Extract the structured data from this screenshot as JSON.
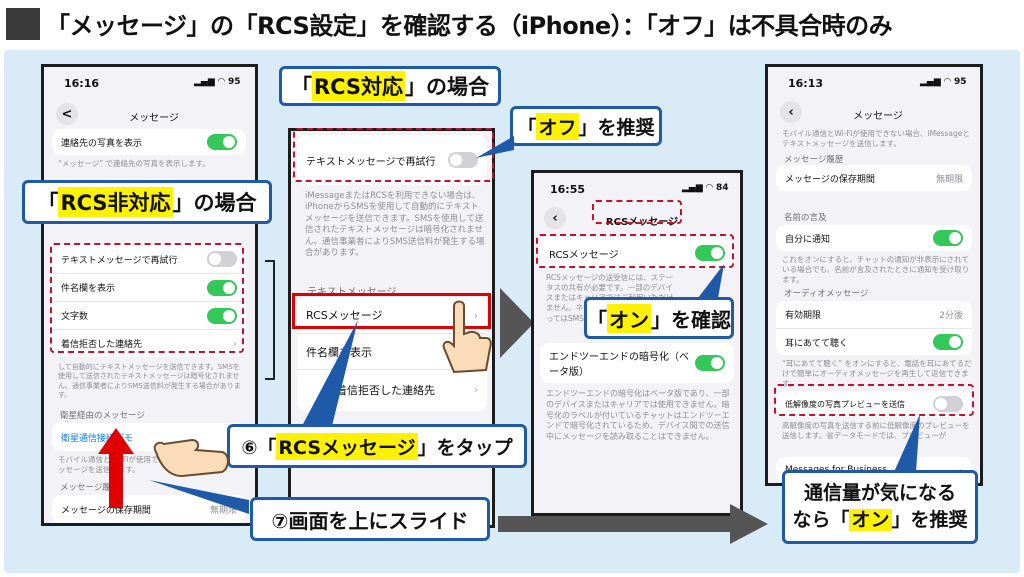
{
  "title": "「メッセージ」の「RCS設定」を確認する（iPhone）：「オフ」は不具合時のみ",
  "phone1": {
    "time": "16:16",
    "status_icons": "▂▄▆ ◠ 95",
    "nav_title": "メッセージ",
    "back_label": "<",
    "top_row": "連絡先の写真を表示",
    "top_note": "“メッセージ” で連絡先の写真を表示します。",
    "rows": [
      "テキストメッセージで再試行",
      "件名欄を表示",
      "文字数",
      "着信拒否した連絡先"
    ],
    "note": "して自動的にテキストメッセージを送信できます。SMSを使用して送信されたテキストメッセージは暗号化されません。通信事業者によりSMS送信料が発生する場合があります。",
    "section": "衛星経由のメッセージ",
    "link": "衛星通信接続デモ",
    "link_note": "モバイル通信とWi-Fiが使用できない場合、テキストメッセージを送信します。",
    "section2": "メッセージ履歴",
    "bottom_row": "メッセージの保存期間",
    "bottom_value": "無期限"
  },
  "phone2": {
    "row": "テキストメッセージで再試行",
    "note": "iMessageまたはRCSを利用できない場合は、iPhoneからSMSを使用して自動的にテキストメッセージを送信できます。SMSを使用して送信されたテキストメッセージは暗号化されません。通信事業者によりSMS送信料が発生する場合があります。",
    "section": "テキストメッセージ",
    "rcs_row": "RCSメッセージ",
    "row2": "件名欄を表示",
    "row3": "着信拒否した連絡先"
  },
  "phone3": {
    "time": "16:55",
    "status_icons": "▂▄▆ ◠ 84",
    "nav_title": "RCSメッセージ",
    "rcs_row": "RCSメッセージ",
    "rcs_note": "RCSメッセージの送受信には、ステータスの共有が必要です。一部のデバイスまたはキャリアではご利用いただけません。ネットワークの通信状況によってはSMSへ切り替わります。",
    "e2e_row": "エンドツーエンドの暗号化（ベータ版）",
    "e2e_note": "エンドツーエンドの暗号化はベータ版であり、一部のデバイスまたはキャリアでは使用できません。暗号化のラベルが付いているチャットはエンドツーエンドで暗号化されているため、デバイス間での送信中にメッセージを読み取ることはできません。"
  },
  "phone4": {
    "time": "16:13",
    "status_icons": "▂▄▆ ◠ 95",
    "nav_title": "メッセージ",
    "top_note": "モバイル通信とWi-Fiが使用できない場合、iMessageとテキストメッセージを送信します。",
    "section1": "メッセージ履歴",
    "history_row": "メッセージの保存期間",
    "history_value": "無期限",
    "section2": "名前の言及",
    "mention_row": "自分に通知",
    "mention_note": "これをオンにすると、チャットの通知が非表示にされている場合でも、名前が言及されたときに通知を受け取ります。",
    "section3": "オーディオメッセージ",
    "expire_row": "有効期限",
    "expire_value": "2分後",
    "raise_row": "耳にあてて聴く",
    "raise_note": "“耳にあてて聴く” をオンにすると、電話を耳にあてるだけで簡単にオーディオメッセージを再生して返信できます。",
    "lowq_row": "低解像度の写真プレビューを送信",
    "lowq_note": "高解像度の写真を送信する前に低解像度のプレビューを送信します。省データモードでは、プレビューが",
    "business_row": "Messages for Business"
  },
  "callouts": {
    "rcs_supported_pre": "「",
    "rcs_supported_hl": "RCS対応",
    "rcs_supported_post": "」の場合",
    "rcs_unsupported_pre": "「",
    "rcs_unsupported_hl": "RCS非対応",
    "rcs_unsupported_post": "」の場合",
    "off_pre": "「",
    "off_hl": "オフ",
    "off_post": "」を推奨",
    "on_pre": "「",
    "on_hl": "オン",
    "on_post": "」を確認",
    "tap_pre": "⑥「",
    "tap_hl": "RCSメッセージ",
    "tap_post": "」をタップ",
    "slide": "⑦画面を上にスライド",
    "data_line1": "通信量が気になる",
    "data_line2_pre": "なら「",
    "data_line2_hl": "オン",
    "data_line2_post": "」を推奨"
  },
  "colors": {
    "accent_red": "#c8102e",
    "callout_border": "#1e5aa8",
    "highlight": "#fff200",
    "toggle_on": "#34c759",
    "link_blue": "#007aff"
  }
}
